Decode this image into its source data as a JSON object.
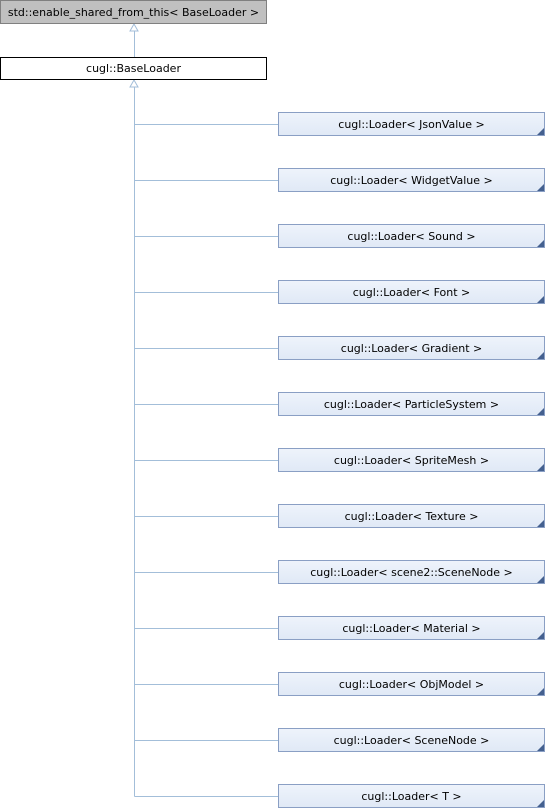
{
  "diagram": {
    "ancestor": "std::enable_shared_from_this< BaseLoader >",
    "base": "cugl::BaseLoader",
    "derived": [
      "cugl::Loader< JsonValue >",
      "cugl::Loader< WidgetValue >",
      "cugl::Loader< Sound >",
      "cugl::Loader< Font >",
      "cugl::Loader< Gradient >",
      "cugl::Loader< ParticleSystem >",
      "cugl::Loader< SpriteMesh >",
      "cugl::Loader< Texture >",
      "cugl::Loader< scene2::SceneNode >",
      "cugl::Loader< Material >",
      "cugl::Loader< ObjModel >",
      "cugl::Loader< SceneNode >",
      "cugl::Loader< T >"
    ],
    "colors": {
      "edge": "#a3bed9",
      "derived_border": "#8a9fc4",
      "derived_fill": "#e6edf8",
      "ancestor_fill": "#c0c0c0"
    }
  }
}
